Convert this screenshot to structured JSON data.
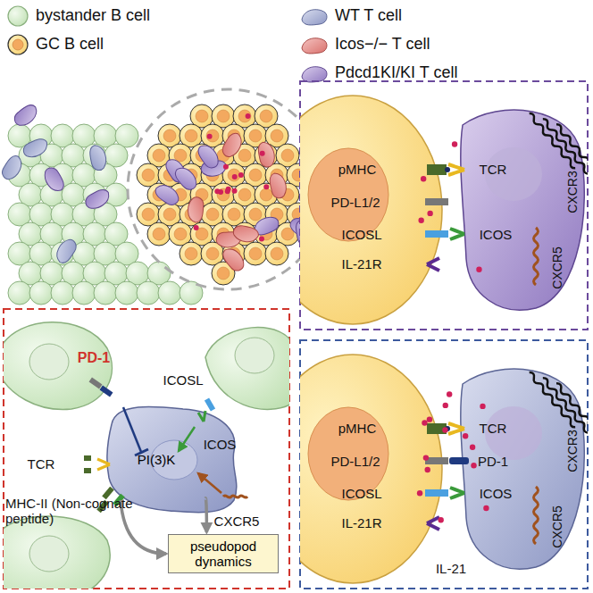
{
  "diagram": {
    "nodes": [
      {
        "text": [
          "PI(3)K"
        ]
      },
      {
        "text": [
          "pseudopod dynamics"
        ]
      }
    ],
    "edges": [
      {
        "from": 0,
        "to": 1,
        "arrow": "to"
      },
      {
        "from": 0,
        "to": 1,
        "arrow": "to"
      }
    ],
    "labels": [
      "pMHC",
      "PD-L1/2",
      "ICOSL",
      "IL-21R",
      "TCR",
      "ICOS",
      "CXCR3",
      "CXCR5",
      "pMHC",
      "PD-L1/2",
      "ICOSL",
      "IL-21R",
      "TCR",
      "PD-1",
      "ICOS",
      "CXCR3",
      "CXCR5",
      "IL-21",
      "PD-1",
      "ICOSL",
      "ICOS",
      "TCR",
      "CXCR5",
      "MHC-II (Non-cognate peptide)"
    ],
    "legend": [
      {
        "text": "bystander B cell"
      },
      {
        "text": "GC B cell"
      },
      {
        "text": "WT T cell"
      },
      {
        "text": "Icos−/− T cell"
      },
      {
        "text": "Pdcd1KI/KI T cell"
      }
    ]
  }
}
